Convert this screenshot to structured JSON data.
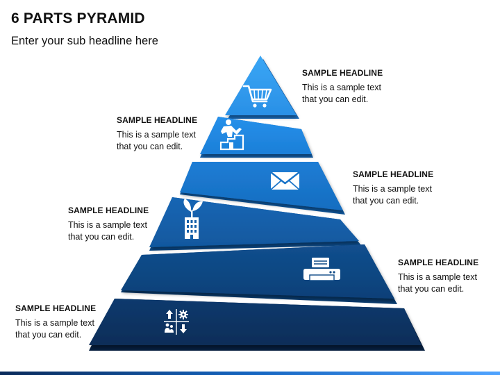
{
  "title": "6 PARTS PYRAMID",
  "subtitle": "Enter your sub headline here",
  "colors": {
    "tier1": "#2c9af0",
    "tier2": "#1f86e0",
    "tier3": "#1873c8",
    "tier4": "#135fa8",
    "tier5": "#0f4a85",
    "tier6": "#0b3463"
  },
  "tiers": [
    {
      "icon": "shopping-cart-icon",
      "headline": "SAMPLE HEADLINE",
      "text": "This is a sample text that you can edit."
    },
    {
      "icon": "person-climbing-stairs-icon",
      "headline": "SAMPLE HEADLINE",
      "text": "This is a sample text that you can edit."
    },
    {
      "icon": "envelope-icon",
      "headline": "SAMPLE HEADLINE",
      "text": "This is a sample text that you can edit."
    },
    {
      "icon": "plant-building-icon",
      "headline": "SAMPLE HEADLINE",
      "text": "This is a sample text that you can edit."
    },
    {
      "icon": "printer-icon",
      "headline": "SAMPLE HEADLINE",
      "text": "This is a sample text that you can edit."
    },
    {
      "icon": "strategy-grid-icon",
      "headline": "SAMPLE HEADLINE",
      "text": "This is a sample text that you can edit."
    }
  ]
}
